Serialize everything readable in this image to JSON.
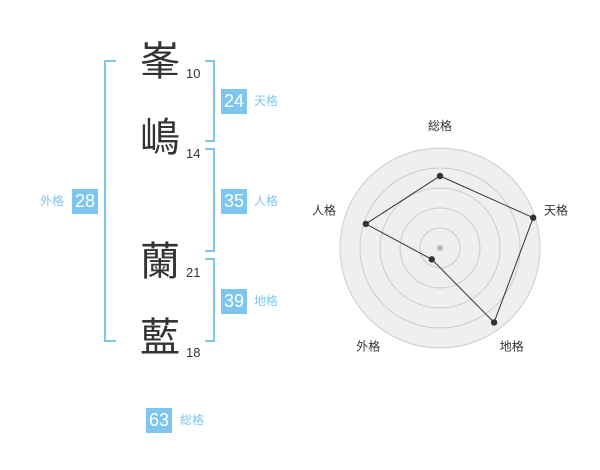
{
  "name": {
    "chars": [
      {
        "kanji": "峯",
        "strokes": "10"
      },
      {
        "kanji": "嶋",
        "strokes": "14"
      },
      {
        "kanji": "蘭",
        "strokes": "21"
      },
      {
        "kanji": "藍",
        "strokes": "18"
      }
    ]
  },
  "fortune": {
    "tenkaku": {
      "value": "24",
      "label": "天格"
    },
    "jinkaku": {
      "value": "35",
      "label": "人格"
    },
    "chikaku": {
      "value": "39",
      "label": "地格"
    },
    "gaikaku": {
      "value": "28",
      "label": "外格"
    },
    "soukaku": {
      "value": "63",
      "label": "総格"
    }
  },
  "chart_data": {
    "type": "radar",
    "axes": [
      "総格",
      "天格",
      "地格",
      "外格",
      "人格"
    ],
    "values": [
      0.72,
      0.98,
      0.92,
      0.14,
      0.78
    ],
    "rings": 5,
    "colors": {
      "fill": "#efefef",
      "line": "#333333",
      "grid": "#cccccc",
      "accent": "#7fc6ee"
    }
  }
}
